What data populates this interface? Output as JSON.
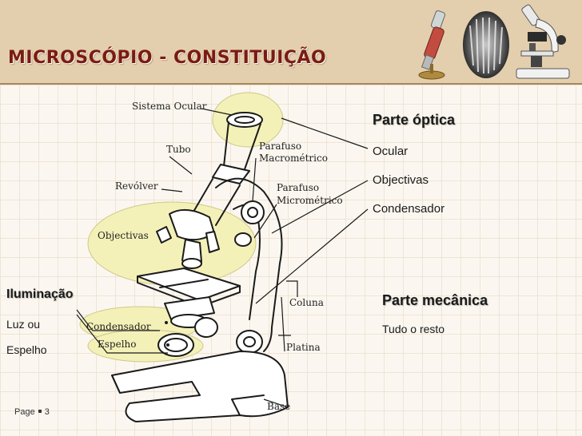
{
  "header": {
    "title": "MICROSCÓPIO - CONSTITUIÇÃO"
  },
  "diagram": {
    "labels": {
      "sistema_ocular": "Sistema Ocular",
      "tubo": "Tubo",
      "revolver": "Revólver",
      "objectivas": "Objectivas",
      "parafuso_macro_1": "Parafuso",
      "parafuso_macro_2": "Macrométrico",
      "parafuso_micro_1": "Parafuso",
      "parafuso_micro_2": "Micrométrico",
      "coluna": "Coluna",
      "condensador": "Condensador",
      "espelho": "Espelho",
      "platina": "Platina",
      "base": "Base"
    }
  },
  "panels": {
    "optica": {
      "title": "Parte óptica",
      "items": [
        "Ocular",
        "Objectivas",
        "Condensador"
      ]
    },
    "iluminacao": {
      "title": "Iluminação",
      "items": [
        "Luz ou",
        "Espelho"
      ]
    },
    "mecanica": {
      "title": "Parte mecânica",
      "items": [
        "Tudo o resto"
      ]
    }
  },
  "footer": {
    "page_label": "Page",
    "page_number": "3"
  },
  "colors": {
    "title": "#7a1b12",
    "header_bg": "#e3cfae",
    "highlight": "#f3f0b8"
  }
}
